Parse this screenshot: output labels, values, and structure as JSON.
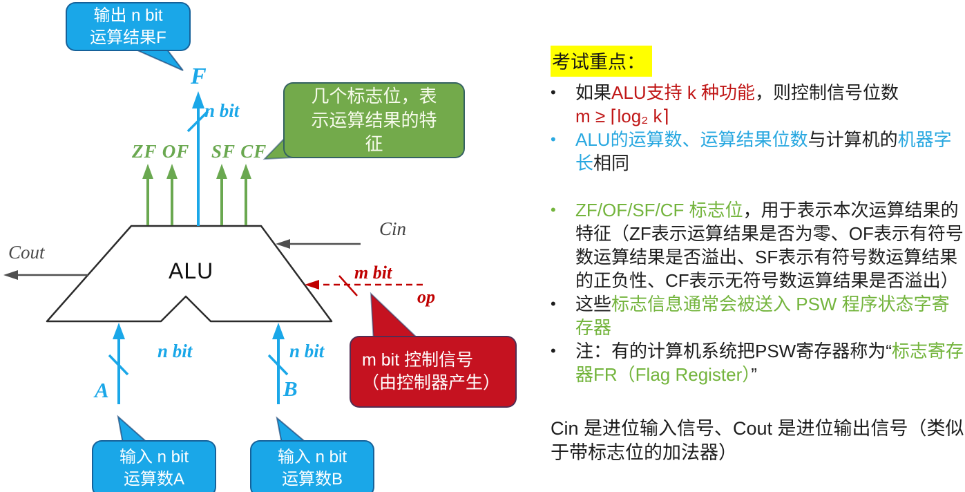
{
  "colors": {
    "black": "#1d1d1d",
    "red": "#c01616",
    "blue": "#29a8e0",
    "green": "#73b43c",
    "cyan_accent": "#1aa7e8",
    "green_arrow": "#6aa850",
    "red_accent": "#c00000",
    "gray_arrow": "#4f4f4f",
    "highlight_yellow": "#ffff00"
  },
  "diagram": {
    "labels": {
      "f": "F",
      "n_bit_f": "n bit",
      "zf_of": "ZF OF",
      "sf_cf": "SF CF",
      "cout": "Cout",
      "cin": "Cin",
      "alu": "ALU",
      "m_bit": "m bit",
      "op": "op",
      "n_bit_a": "n bit",
      "a": "A",
      "n_bit_b": "n bit",
      "b": "B"
    },
    "callouts": {
      "f": {
        "lines": [
          "输出 n bit",
          "运算结果F"
        ]
      },
      "flags": {
        "lines": [
          "几个标志位，表",
          "示运算结果的特",
          "征"
        ]
      },
      "ctrl": {
        "lines": [
          "m bit 控制信号",
          "（由控制器产生）"
        ]
      },
      "a": {
        "lines": [
          "输入 n bit",
          "运算数A"
        ]
      },
      "b": {
        "lines": [
          "输入 n bit",
          "运算数B"
        ]
      }
    }
  },
  "notes": {
    "heading": "考试重点：",
    "bullets": [
      {
        "marker": "•",
        "marker_color": "black",
        "segments": [
          {
            "t": "如果"
          },
          {
            "t": "ALU支持 k 种功能",
            "c": "red"
          },
          {
            "t": "，则控制信号位数"
          },
          {
            "br": true
          },
          {
            "t": "m ≥ ⌈log₂ k⌉",
            "c": "red"
          }
        ]
      },
      {
        "marker": "•",
        "marker_color": "blue",
        "segments": [
          {
            "t": "ALU的运算数、运算结果位数",
            "c": "blue"
          },
          {
            "t": "与计算机的"
          },
          {
            "t": "机器字长",
            "c": "blue"
          },
          {
            "t": "相同"
          }
        ]
      },
      {
        "marker": "•",
        "marker_color": "green",
        "segments": [
          {
            "t": "ZF/OF/SF/CF 标志位",
            "c": "green"
          },
          {
            "t": "，用于表示本次运算结果的特征（ZF表示运算结果是否为零、OF表示有符号数运算结果是否溢出、SF表示有符号数运算结果的正负性、CF表示无符号数运算结果是否溢出）"
          }
        ]
      },
      {
        "marker": "•",
        "marker_color": "black",
        "segments": [
          {
            "t": "这些"
          },
          {
            "t": "标志信息通常会被送入 PSW 程序状态字寄存器",
            "c": "green"
          }
        ]
      },
      {
        "marker": "•",
        "marker_color": "black",
        "segments": [
          {
            "t": "注：有的计算机系统把PSW寄存器称为“"
          },
          {
            "t": "标志寄存器FR（Flag Register）",
            "c": "green"
          },
          {
            "t": "”"
          }
        ]
      }
    ],
    "footer_segments": [
      {
        "t": "Cin 是进位输入信号、Cout 是进位输出信号（类似于带标志位的加法器）"
      }
    ]
  }
}
